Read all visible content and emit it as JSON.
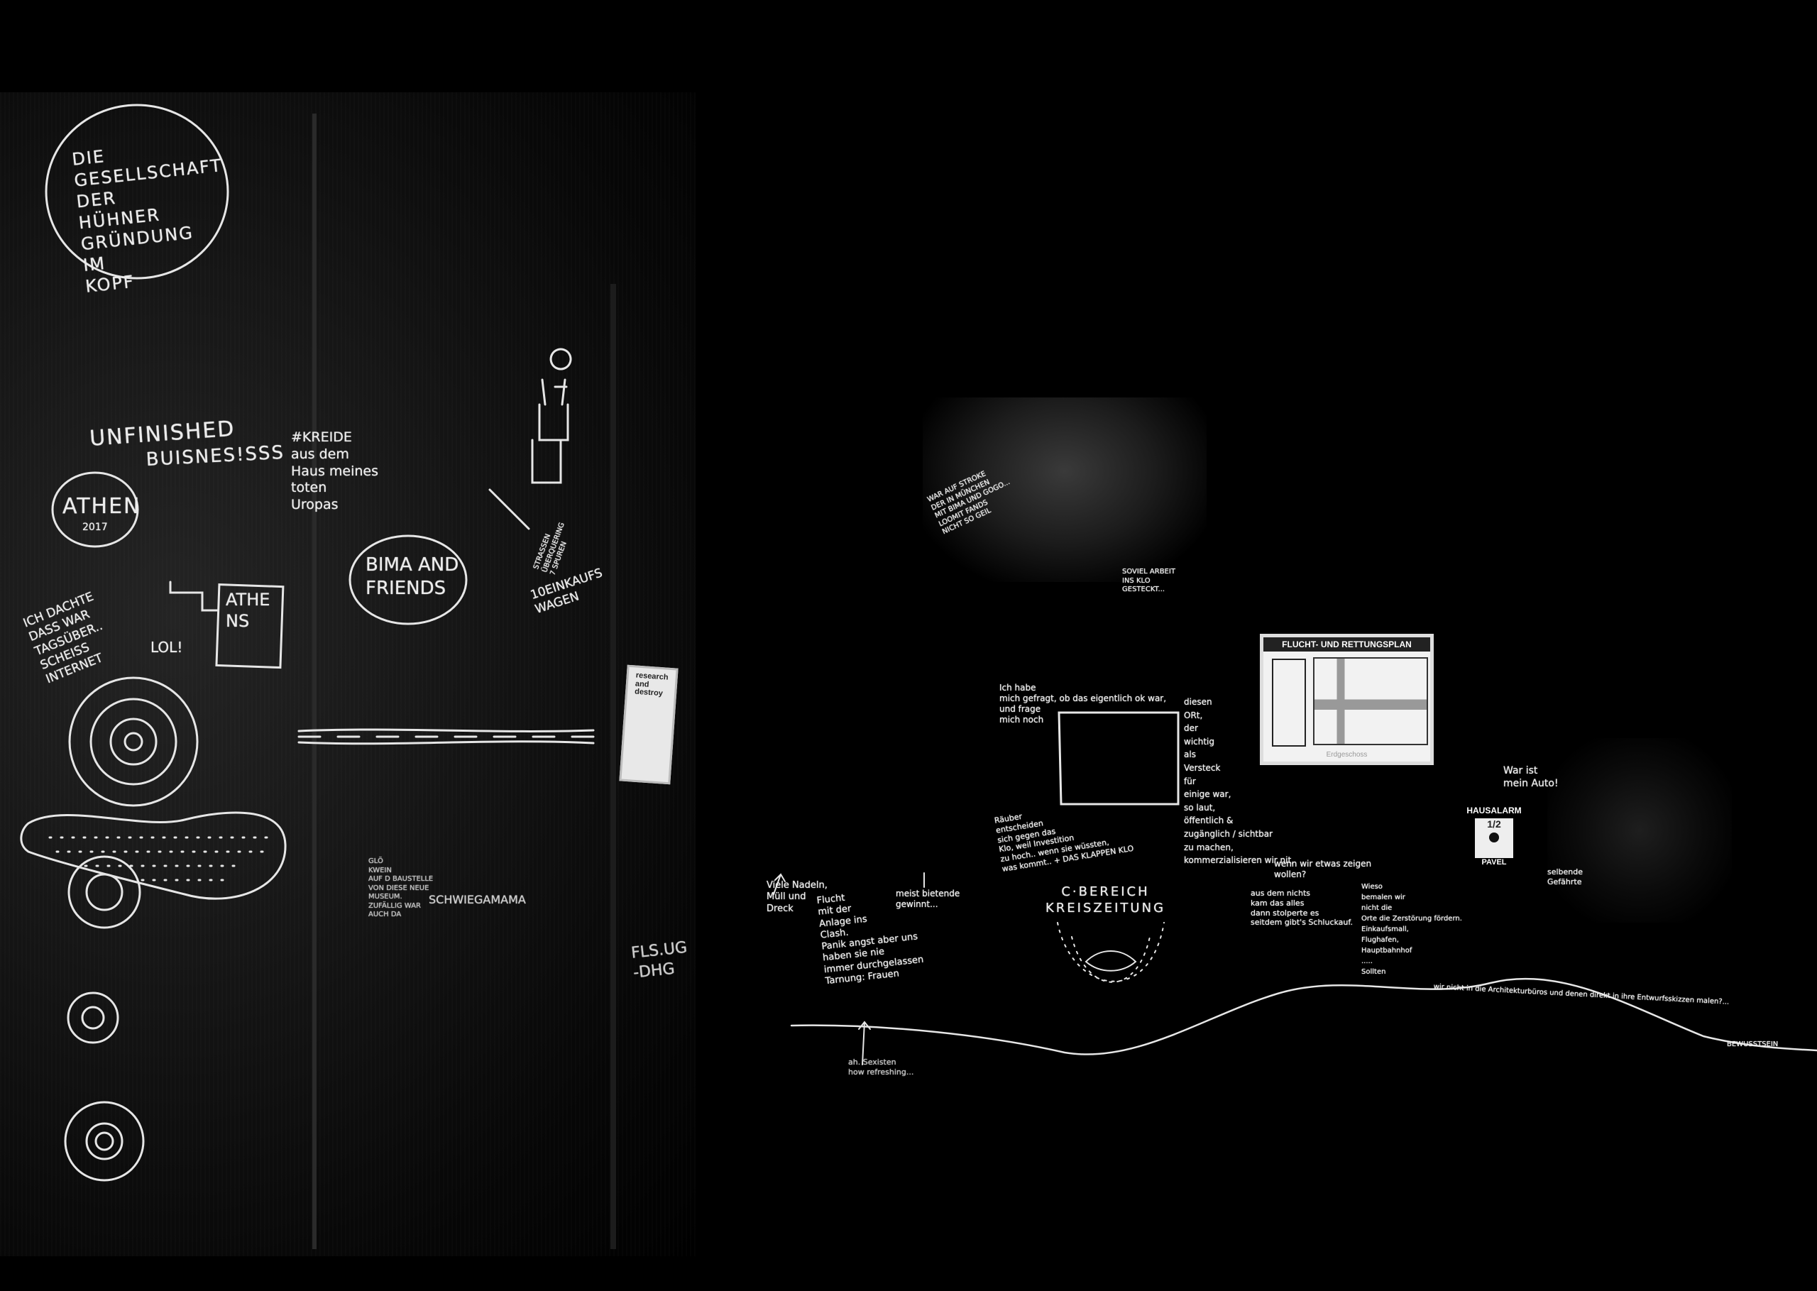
{
  "left_wall": {
    "huehner": "DIE\nGESELLSCHAFT\nDER\nHÜHNER\nGRÜNDUNG\nIM\nKOPF",
    "unfinished_1": "UNFINISHED",
    "unfinished_2": "BUISNES!SSS",
    "athen": "ATHEN",
    "athen_year": "2017",
    "ich_dachte": "ICH DACHTE\nDASS WAR\nTAGSÜBER..\nSCHEISS\nINTERNET",
    "lol": "LOL!",
    "athens_box": "ATHE\nNS",
    "kreide": "#KREIDE\naus dem\nHaus meines\ntoten\nUropas",
    "bima": "BIMA AND\nFRIENDS",
    "strassen": "STRASSEN\nÜBERQUERING\n7 SPUREN",
    "einkaufswagen": "10EINKAUFS\nWAGEN",
    "poster": "research and\ndestroy",
    "gloe": "GLÖ\nKWEIN\nAUF D BAUSTELLE\nVON DIESE NEUE\nMUSEUM.\nZUFÄLLIG WAR\nAUCH DA",
    "schwiegamama": "SCHWIEGAMAMA",
    "flsug": "FLS.UG\n-DHG"
  },
  "right_wall": {
    "war_auf_stroke": "WAR AUF STROKE\nDER IN MÜNCHEN\nMIT BIMA UND GOGO...\nLOOMIT FANDS\nNICHT SO GEIL",
    "soviel_arbeit": "SOVIEL ARBEIT\nINS KLO\nGESTECKT...",
    "ich_habe": "Ich habe\nmich gefragt, ob das eigentlich ok war,\nund frage\nmich noch",
    "diesen_ort": "diesen\nORt,\nder\nwichtig\nals\nVersteck\nfür\neinige war,\nso laut,\nöffentlich &\nzugänglich / sichtbar\nzu machen,\nkommerzialisieren wir nit,",
    "wenn_wir": "wenn wir etwas zeigen\nwollen?",
    "raeuber": "Räuber\nentscheiden\nsich gegen das\nKlo, weil Investition\nzu hoch.. wenn sie wüssten,\nwas kommt..   + DAS KLAPPEN KLO",
    "c_bereich": "C·BEREICH\nKREISZEITUNG",
    "viele_nadeln": "Viele Nadeln,\nMüll und\nDreck",
    "flucht": "Flucht\nmit der\nAnlage ins\nClash.\nPanik angst aber uns\nhaben sie nie\nimmer durchgelassen\nTarnung: Frauen",
    "meist_bietende": "meist bietende\ngewinnt...",
    "ah_sexisten": "ah. Sexisten\nhow refreshing...",
    "aus_dem_nichts": "aus dem nichts\nkam das alles\ndann stolperte es\nseitdem gibt's Schluckauf.",
    "wieso": "Wieso\nbemalen wir\nnicht die\nOrte die Zerstörung fördern.\nEinkaufsmall,\nFlughafen,\nHauptbahnhof\n.....\nSollten",
    "sollten_wave": "wir nicht in die Architekturbüros und denen direkt in ihre Entwurfsskizzen malen?...",
    "bewusstsein": "BEWUSSTSEIN",
    "war_ist_auto": "War ist\nmein Auto!",
    "selbende": "selbende\nGefährte",
    "escape_plan": {
      "title": "FLUCHT- UND RETTUNGSPLAN",
      "footer": "Erdgeschoss"
    },
    "alarm": {
      "label": "HAUSALARM",
      "number": "1/2",
      "tag": "PAVEL"
    }
  },
  "colors": {
    "chalk": "#ececec",
    "wall": "#000000"
  }
}
